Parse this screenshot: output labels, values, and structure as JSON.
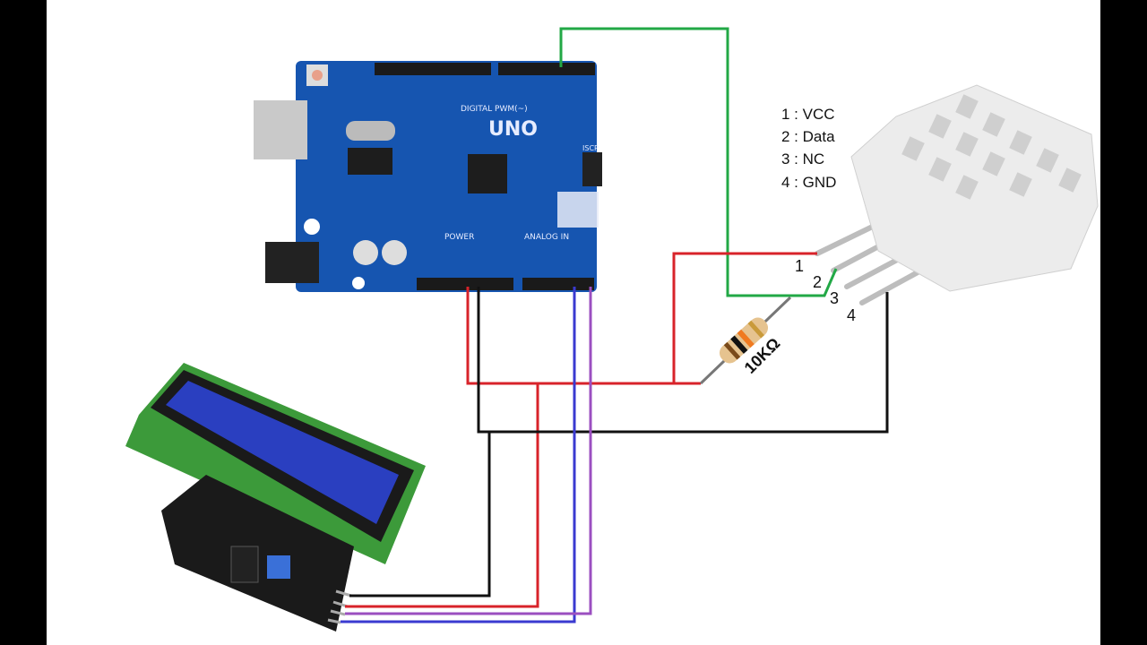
{
  "sensor": {
    "pin_legend": [
      "1 : VCC",
      "2 : Data",
      "3 : NC",
      "4 : GND"
    ],
    "pin_numbers": [
      "1",
      "2",
      "3",
      "4"
    ]
  },
  "resistor": {
    "label": "10KΩ"
  },
  "arduino": {
    "model": "UNO",
    "digital_header": "DIGITAL PWM(~)",
    "power_header": "POWER",
    "analog_header": "ANALOG IN",
    "icsp": "ISCP"
  },
  "wire_colors": {
    "data": "#22a846",
    "vcc": "#d8232a",
    "gnd": "#111111",
    "sda": "#3a3ad0",
    "scl": "#9b4fc0"
  }
}
